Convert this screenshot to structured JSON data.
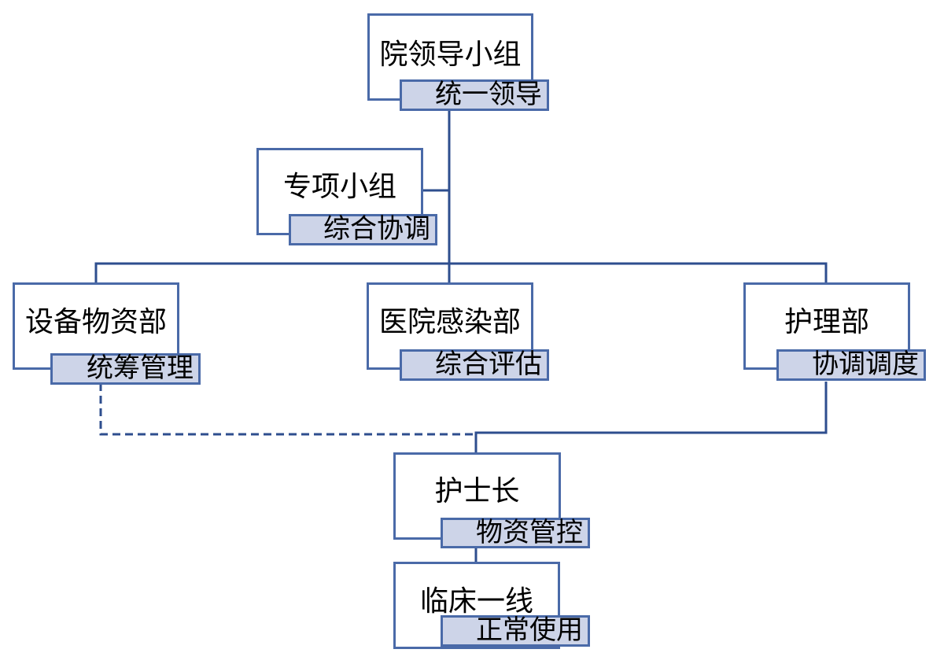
{
  "colors": {
    "border": "#4a6aa8",
    "tag_fill": "#cdd4e8",
    "line": "#2e4e8e",
    "text": "#000000"
  },
  "nodes": {
    "leadership": {
      "title": "院领导小组",
      "tag": "统一领导"
    },
    "special": {
      "title": "专项小组",
      "tag": "综合协调"
    },
    "equipment": {
      "title": "设备物资部",
      "tag": "统筹管理"
    },
    "infection": {
      "title": "医院感染部",
      "tag": "综合评估"
    },
    "nursing": {
      "title": "护理部",
      "tag": "协调调度"
    },
    "headnurse": {
      "title": "护士长",
      "tag": "物资管控"
    },
    "frontline": {
      "title": "临床一线",
      "tag": "正常使用"
    }
  },
  "connections": [
    {
      "from": "leadership",
      "to": "special",
      "style": "solid"
    },
    {
      "from": "leadership",
      "to": "equipment",
      "style": "solid"
    },
    {
      "from": "leadership",
      "to": "infection",
      "style": "solid"
    },
    {
      "from": "leadership",
      "to": "nursing",
      "style": "solid"
    },
    {
      "from": "nursing",
      "to": "headnurse",
      "style": "solid"
    },
    {
      "from": "equipment",
      "to": "headnurse",
      "style": "dashed"
    },
    {
      "from": "headnurse",
      "to": "frontline",
      "style": "solid"
    }
  ]
}
